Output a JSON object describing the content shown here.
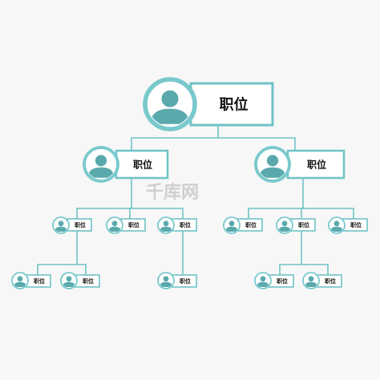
{
  "colors": {
    "background": "#f7f7f7",
    "line": "#6fc3c7",
    "avatar_fill": "#5aa9ad",
    "avatar_ring": "#79c9cc",
    "box_fill": "#ffffff",
    "text": "#111111"
  },
  "watermark": "千库网",
  "nodes": [
    {
      "id": "root",
      "label": "职位",
      "icon": "person-icon"
    },
    {
      "id": "l2-left",
      "label": "职位",
      "icon": "person-icon"
    },
    {
      "id": "l2-right",
      "label": "职位",
      "icon": "person-icon"
    },
    {
      "id": "l3-1",
      "label": "职位",
      "icon": "person-icon"
    },
    {
      "id": "l3-2",
      "label": "职位",
      "icon": "person-icon"
    },
    {
      "id": "l3-3",
      "label": "职位",
      "icon": "person-icon"
    },
    {
      "id": "l3-4",
      "label": "职位",
      "icon": "person-icon"
    },
    {
      "id": "l3-5",
      "label": "职位",
      "icon": "person-icon"
    },
    {
      "id": "l3-6",
      "label": "职位",
      "icon": "person-icon"
    },
    {
      "id": "l4-1",
      "label": "职位",
      "icon": "person-icon"
    },
    {
      "id": "l4-2",
      "label": "职位",
      "icon": "person-icon"
    },
    {
      "id": "l4-3",
      "label": "职位",
      "icon": "person-icon"
    },
    {
      "id": "l4-4",
      "label": "职位",
      "icon": "person-icon"
    },
    {
      "id": "l4-5",
      "label": "职位",
      "icon": "person-icon"
    }
  ]
}
